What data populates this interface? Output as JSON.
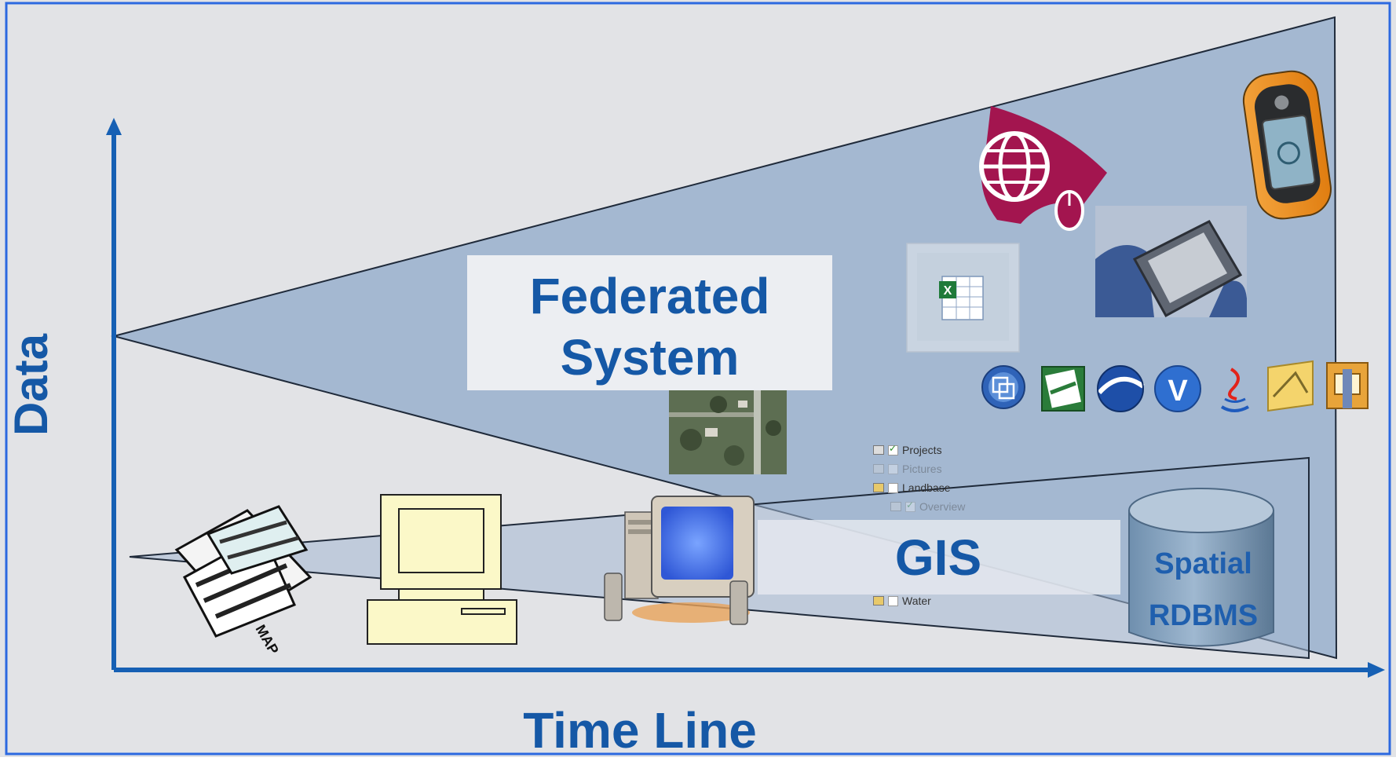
{
  "diagram": {
    "federated_label": "Federated\nSystem",
    "gis_label": "GIS",
    "database_label": "Spatial\nRDBMS",
    "y_axis_label": "Data",
    "x_axis_label": "Time Line",
    "layer_tree": [
      "Projects",
      "Pictures",
      "Landbase",
      "Overview",
      "Water"
    ],
    "colors": {
      "background": "#e2e3e6",
      "frame": "#2c69e0",
      "axis": "#1660b4",
      "wedge_fill": "#a4b8d1",
      "label_text": "#1558a6",
      "web_mapping_icon": "#a3154f",
      "gps_icon": "#f59a22"
    },
    "icons": [
      "paper-maps-icon",
      "desktop-computer-icon",
      "multimedia-computer-icon",
      "aerial-photo-icon",
      "spreadsheet-icon",
      "web-mapping-icon",
      "tablet-device-icon",
      "gps-handheld-icon",
      "globe-service-icon",
      "data-sheet-icon",
      "google-earth-icon",
      "virtual-earth-icon",
      "java-icon",
      "cad-file-icon",
      "zip-archive-icon",
      "database-cylinder-icon"
    ]
  }
}
